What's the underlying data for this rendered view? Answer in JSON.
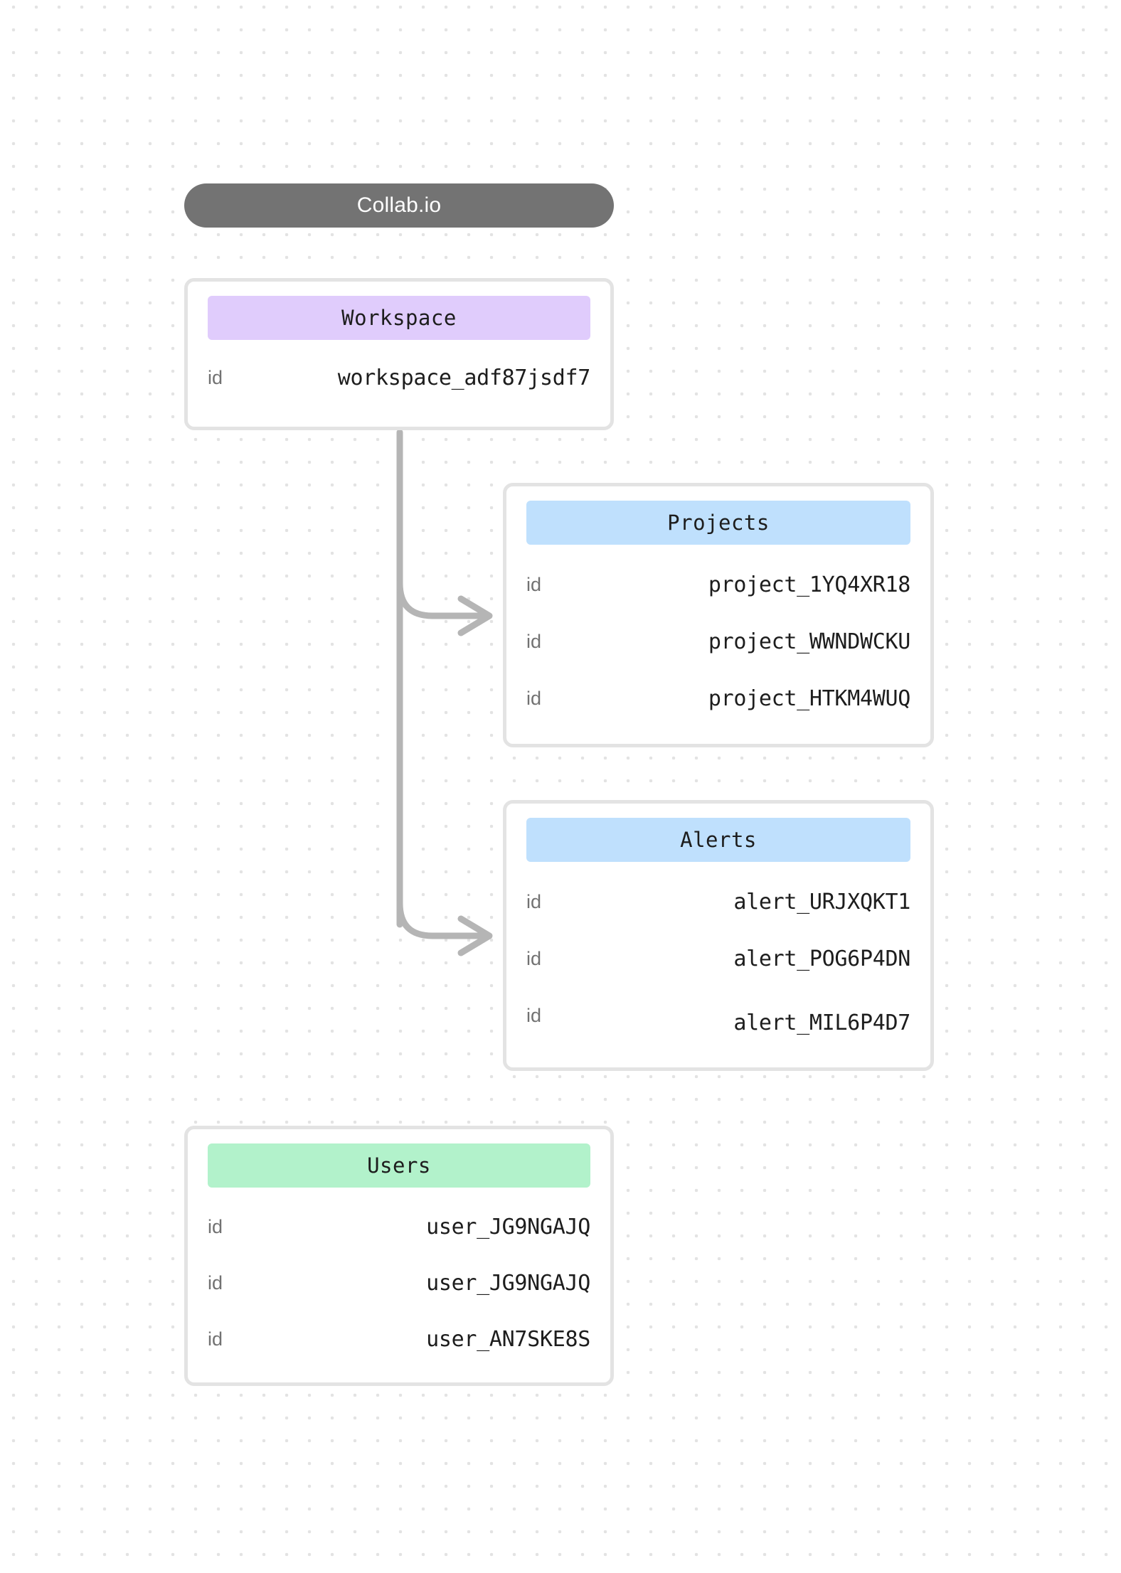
{
  "root": {
    "label": "Collab.io"
  },
  "entities": [
    {
      "name": "workspace",
      "title": "Workspace",
      "accent": "#e0ccfc",
      "rows": [
        {
          "key": "id",
          "value": "workspace_adf87jsdf7"
        }
      ]
    },
    {
      "name": "projects",
      "title": "Projects",
      "accent": "#bfe0fd",
      "rows": [
        {
          "key": "id",
          "value": "project_1YQ4XR18"
        },
        {
          "key": "id",
          "value": "project_WWNDWCKU"
        },
        {
          "key": "id",
          "value": "project_HTKM4WUQ"
        }
      ]
    },
    {
      "name": "alerts",
      "title": "Alerts",
      "accent": "#bfe0fd",
      "rows": [
        {
          "key": "id",
          "value": "alert_URJXQKT1"
        },
        {
          "key": "id",
          "value": "alert_POG6P4DN"
        },
        {
          "key": "id",
          "value": "alert_MIL6P4D7"
        }
      ]
    },
    {
      "name": "users",
      "title": "Users",
      "accent": "#b2f2cb",
      "rows": [
        {
          "key": "id",
          "value": "user_JG9NGAJQ"
        },
        {
          "key": "id",
          "value": "user_JG9NGAJQ"
        },
        {
          "key": "id",
          "value": "user_AN7SKE8S"
        }
      ]
    }
  ],
  "connectors": {
    "stroke": "#b5b5b5",
    "edges": [
      {
        "from": "workspace",
        "to": "projects"
      },
      {
        "from": "workspace",
        "to": "alerts"
      }
    ]
  }
}
